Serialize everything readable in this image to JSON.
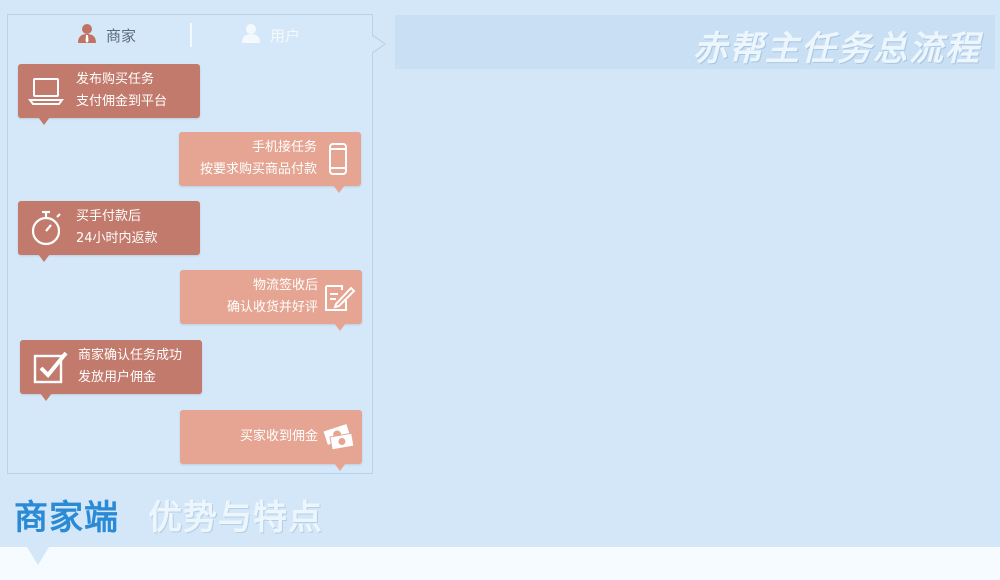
{
  "roles": {
    "merchant_label": "商家",
    "user_label": "用户"
  },
  "page_title": "赤帮主任务总流程",
  "steps": [
    {
      "line1": "发布购买任务",
      "line2": "支付佣金到平台",
      "icon": "laptop-icon"
    },
    {
      "line1": "手机接任务",
      "line2": "按要求购买商品付款",
      "icon": "phone-icon"
    },
    {
      "line1": "买手付款后",
      "line2": "24小时内返款",
      "icon": "stopwatch-icon"
    },
    {
      "line1": "物流签收后",
      "line2": "确认收货并好评",
      "icon": "edit-document-icon"
    },
    {
      "line1": "商家确认任务成功",
      "line2": "发放用户佣金",
      "icon": "checkbox-icon"
    },
    {
      "line1": "买家收到佣金",
      "icon": "money-icon"
    }
  ],
  "section_heading": {
    "part1": "商家端",
    "part2": "优势与特点"
  },
  "colors": {
    "merchant_card": "#c27a6c",
    "user_card": "#e5a592",
    "background": "#d3e7f8",
    "accent_blue": "#2a8ad5"
  }
}
